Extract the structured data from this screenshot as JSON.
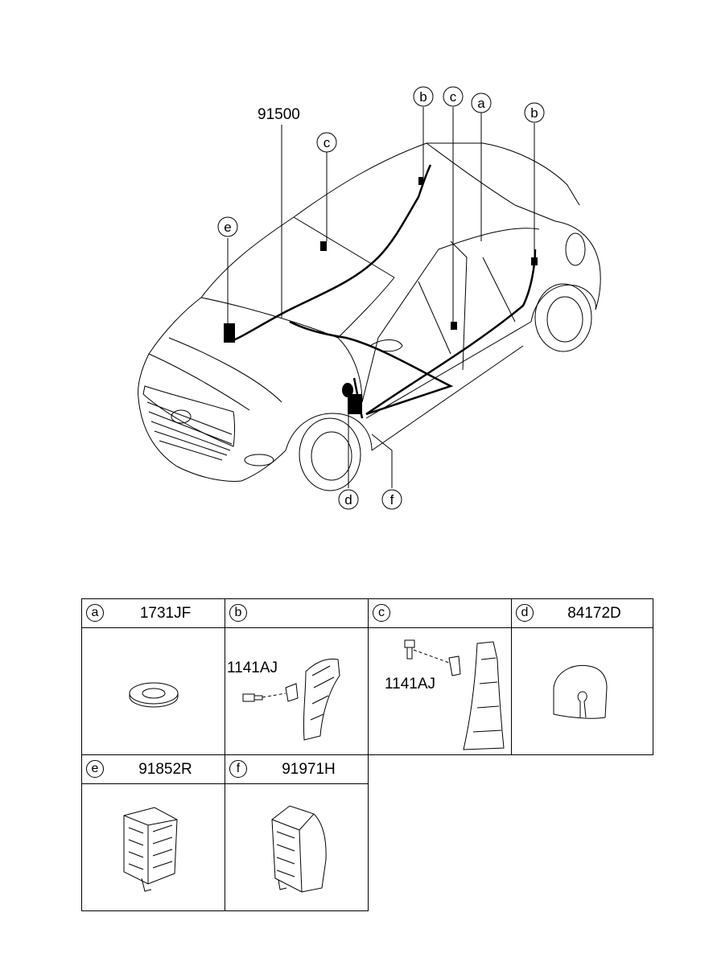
{
  "main_diagram": {
    "part_number": "91500",
    "callouts": [
      "b",
      "c",
      "a",
      "b",
      "c",
      "e",
      "d",
      "f"
    ]
  },
  "parts_table": [
    {
      "letter": "a",
      "part_number": "1731JF",
      "sub_label": ""
    },
    {
      "letter": "b",
      "part_number": "",
      "sub_label": "1141AJ"
    },
    {
      "letter": "c",
      "part_number": "",
      "sub_label": "1141AJ"
    },
    {
      "letter": "d",
      "part_number": "84172D",
      "sub_label": ""
    },
    {
      "letter": "e",
      "part_number": "91852R",
      "sub_label": ""
    },
    {
      "letter": "f",
      "part_number": "91971H",
      "sub_label": ""
    }
  ]
}
